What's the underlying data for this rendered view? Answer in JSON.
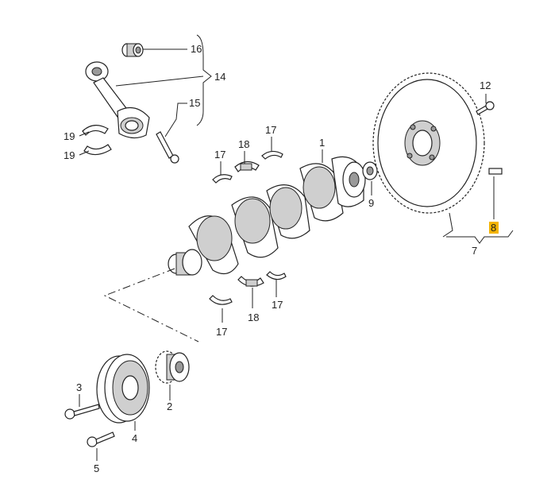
{
  "callouts": {
    "c1": "1",
    "c2": "2",
    "c3": "3",
    "c4": "4",
    "c5": "5",
    "c7": "7",
    "c8": "8",
    "c9": "9",
    "c12": "12",
    "c14": "14",
    "c15": "15",
    "c16": "16",
    "c17a": "17",
    "c17b": "17",
    "c17c": "17",
    "c17d": "17",
    "c18a": "18",
    "c18b": "18",
    "c19a": "19",
    "c19b": "19"
  },
  "highlight": {
    "label": "8",
    "color": "#f4b400"
  },
  "colors": {
    "line": "#222222",
    "shade": "#cfcfcf"
  }
}
